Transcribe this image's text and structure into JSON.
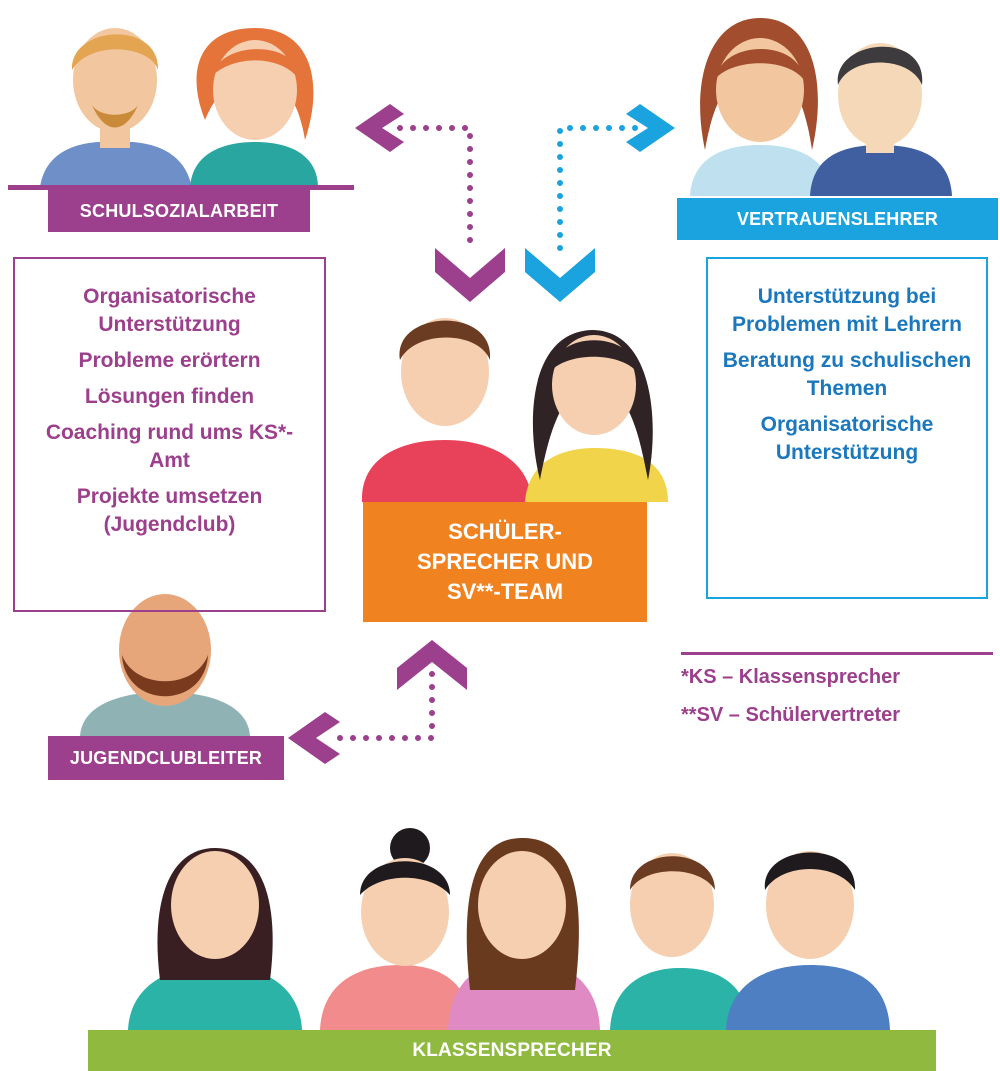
{
  "labels": {
    "schulsozialarbeit": "SCHULSOZIALARBEIT",
    "vertrauenslehrer": "VERTRAUENSLEHRER",
    "jugendclubleiter": "JUGENDCLUBLEITER",
    "klassensprecher": "KLASSENSPRECHER"
  },
  "center": {
    "lines": [
      "SCHÜLER-",
      "SPRECHER UND",
      "SV**-TEAM"
    ]
  },
  "left_box": {
    "items": [
      "Organisatorische Unterstützung",
      "Probleme erörtern",
      "Lösungen finden",
      "Coaching rund ums KS*-Amt",
      "Projekte umsetzen (Jugendclub)"
    ]
  },
  "right_box": {
    "items": [
      "Unterstützung bei Problemen mit Lehrern",
      "Beratung zu schulischen Themen",
      "Organisatorische Unterstützung"
    ]
  },
  "footnotes": [
    "*KS – Klassensprecher",
    "**SV – Schülervertreter"
  ],
  "colors": {
    "purple": "#9c3f8c",
    "blue": "#1ba3e0",
    "orange": "#f08220",
    "green": "#8fba3f"
  },
  "icons": [
    "chevron-left-icon",
    "chevron-right-icon",
    "chevron-down-icon",
    "chevron-up-icon"
  ]
}
